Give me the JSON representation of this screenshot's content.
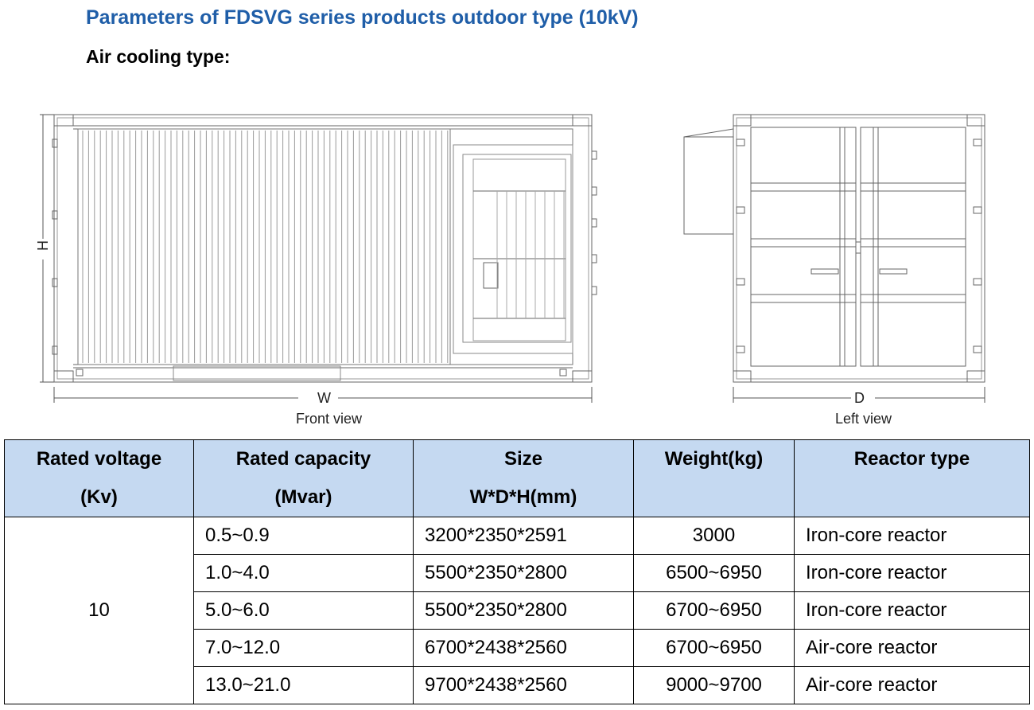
{
  "heading": {
    "title": "Parameters of FDSVG series products outdoor type (10kV)",
    "subtitle": "Air cooling type:"
  },
  "drawings": {
    "front": {
      "caption": "Front view",
      "width_label": "W",
      "height_label": "H"
    },
    "left": {
      "caption": "Left view",
      "depth_label": "D"
    }
  },
  "table": {
    "headers": [
      {
        "line1": "Rated voltage",
        "line2": "(Kv)"
      },
      {
        "line1": "Rated capacity",
        "line2": "(Mvar)"
      },
      {
        "line1": "Size",
        "line2": "W*D*H(mm)"
      },
      {
        "line1": "Weight(kg)",
        "line2": ""
      },
      {
        "line1": "Reactor type",
        "line2": ""
      }
    ],
    "voltage": "10",
    "rows": [
      {
        "capacity": "0.5~0.9",
        "size": "3200*2350*2591",
        "weight": "3000",
        "reactor": "Iron-core reactor"
      },
      {
        "capacity": "1.0~4.0",
        "size": "5500*2350*2800",
        "weight": "6500~6950",
        "reactor": "Iron-core reactor"
      },
      {
        "capacity": "5.0~6.0",
        "size": "5500*2350*2800",
        "weight": "6700~6950",
        "reactor": "Iron-core reactor"
      },
      {
        "capacity": "7.0~12.0",
        "size": "6700*2438*2560",
        "weight": "6700~6950",
        "reactor": "Air-core reactor"
      },
      {
        "capacity": "13.0~21.0",
        "size": "9700*2438*2560",
        "weight": "9000~9700",
        "reactor": "Air-core reactor"
      }
    ]
  },
  "colors": {
    "title": "#1f5ea8",
    "header_bg": "#c5d9f1"
  }
}
